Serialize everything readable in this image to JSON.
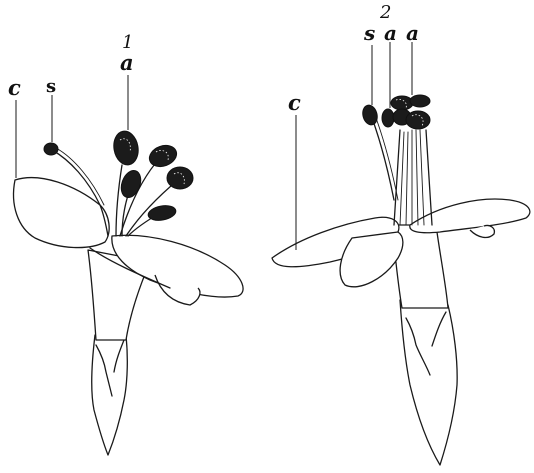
{
  "figure": {
    "flower_1": {
      "number": "1",
      "label_anther": "a",
      "label_stigma": "s",
      "label_corolla": "c"
    },
    "flower_2": {
      "number": "2",
      "label_stigma": "s",
      "label_anther_1": "a",
      "label_anther_2": "a",
      "label_corolla": "c"
    }
  },
  "colors": {
    "ink": "#1a1a1a",
    "paper": "#ffffff"
  }
}
